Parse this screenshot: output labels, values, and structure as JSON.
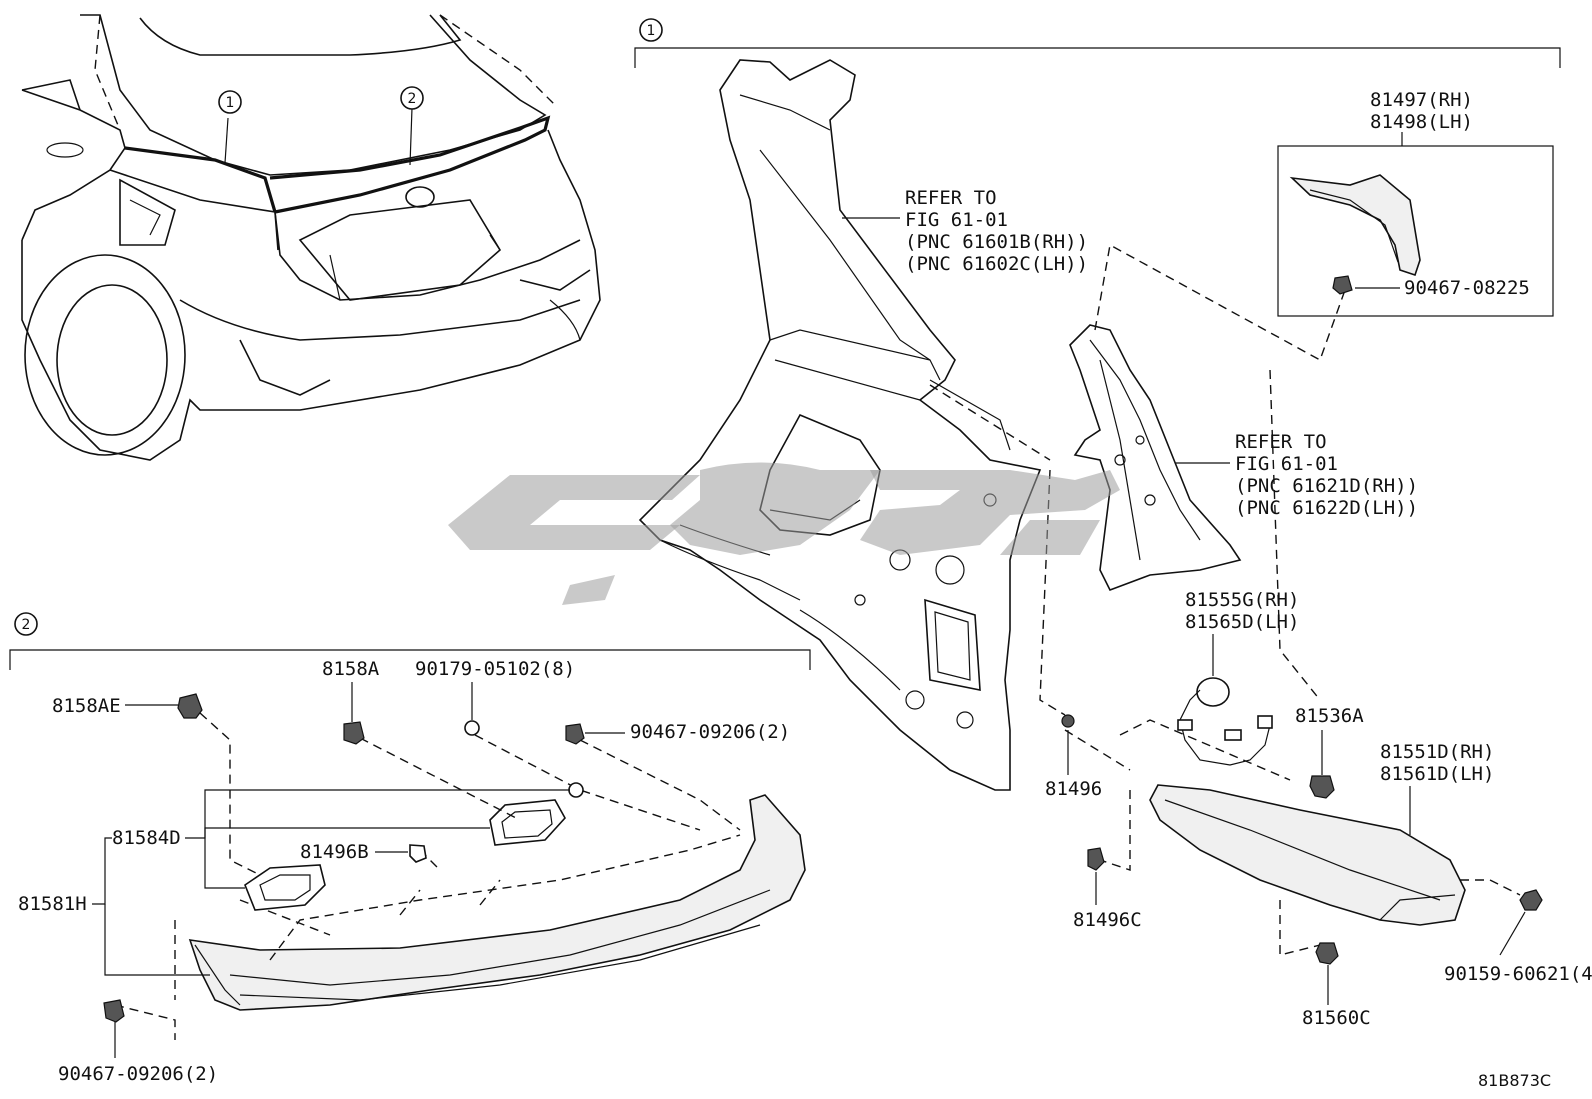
{
  "callouts": {
    "group1": "1",
    "group2": "2"
  },
  "refer_upper": [
    "REFER TO",
    "FIG 61-01",
    "(PNC 61601B(RH))",
    "(PNC 61602C(LH))"
  ],
  "refer_lower": [
    "REFER TO",
    "FIG 61-01",
    "(PNC 61621D(RH))",
    "(PNC 61622D(LH))"
  ],
  "parts": {
    "p81497": "81497(RH)",
    "p81498": "81498(LH)",
    "p90467_08225": "90467-08225",
    "p81555G": "81555G(RH)",
    "p81565D": "81565D(LH)",
    "p81536A": "81536A",
    "p81551D": "81551D(RH)",
    "p81561D": "81561D(LH)",
    "p81496": "81496",
    "p81496C": "81496C",
    "p90159": "90159-60621(4)",
    "p81560C": "81560C",
    "p8158AE": "8158AE",
    "p8158A": "8158A",
    "p90179": "90179-05102(8)",
    "p90467_09206_top": "90467-09206(2)",
    "p81584D": "81584D",
    "p81496B": "81496B",
    "p81581H": "81581H",
    "p90467_09206_bot": "90467-09206(2)"
  },
  "figure_code": "81B873C",
  "icons": {
    "watermark": "brand-logo-watermark",
    "clip": "clip-icon",
    "bolt": "bolt-icon",
    "nut": "nut-icon"
  },
  "colors": {
    "line": "#111111",
    "watermark": "#9c9c9c",
    "background": "#ffffff"
  }
}
